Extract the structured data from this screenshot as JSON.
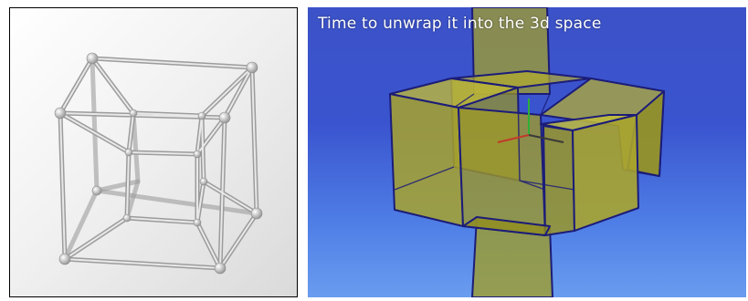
{
  "left_figure": {
    "icon": "tesseract-wireframe-model"
  },
  "right_figure": {
    "caption": "Time to unwrap it into the 3d space",
    "icon": "unfolded-tesseract-net"
  },
  "colors": {
    "wire": "#cfcfcf",
    "background_blue": "#3a54cf",
    "cube_fill": "#a9a52a",
    "cube_edge": "#1a1a70"
  }
}
